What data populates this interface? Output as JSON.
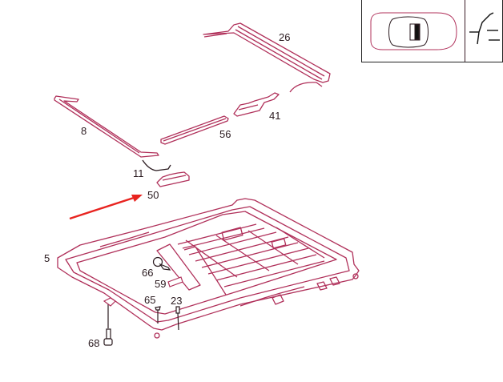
{
  "diagram": {
    "type": "exploded-parts-diagram",
    "subject": "sunroof frame assembly",
    "colors": {
      "line": "#b0305a",
      "outline": "#2a1a1f",
      "arrow": "#e8231f",
      "background": "#ffffff"
    },
    "labels": [
      {
        "id": "26",
        "text": "26"
      },
      {
        "id": "8",
        "text": "8"
      },
      {
        "id": "56",
        "text": "56"
      },
      {
        "id": "41",
        "text": "41"
      },
      {
        "id": "11",
        "text": "11"
      },
      {
        "id": "50",
        "text": "50"
      },
      {
        "id": "5",
        "text": "5"
      },
      {
        "id": "66",
        "text": "66"
      },
      {
        "id": "59",
        "text": "59"
      },
      {
        "id": "65",
        "text": "65"
      },
      {
        "id": "23",
        "text": "23"
      },
      {
        "id": "68",
        "text": "68"
      }
    ],
    "highlight_arrow": {
      "points_to": "50"
    },
    "inset": {
      "panels": [
        "car-top-view-icon",
        "slide-symbol-icon"
      ]
    }
  }
}
